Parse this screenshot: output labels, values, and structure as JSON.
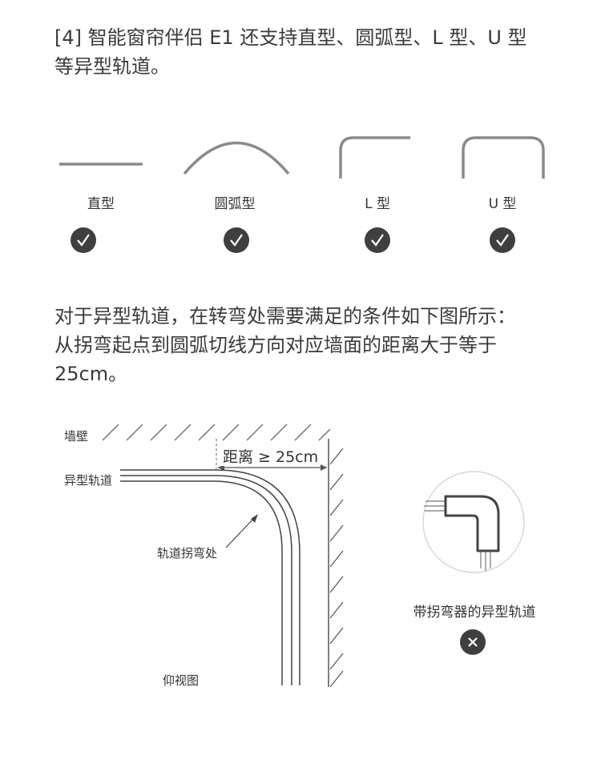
{
  "intro": {
    "line1": "[4] 智能窗帘伴侣 E1 还支持直型、圆弧型、L 型、U 型",
    "line2": "等异型轨道。"
  },
  "track_types": [
    {
      "label": "直型",
      "supported": true,
      "icon": "check-icon"
    },
    {
      "label": "圆弧型",
      "supported": true,
      "icon": "check-icon"
    },
    {
      "label": "L 型",
      "supported": true,
      "icon": "check-icon"
    },
    {
      "label": "U 型",
      "supported": true,
      "icon": "check-icon"
    }
  ],
  "condition": {
    "line1": "对于异型轨道，在转弯处需要满足的条件如下图所示：",
    "line2": "从拐弯起点到圆弧切线方向对应墙面的距离大于等于",
    "line3": "25cm。"
  },
  "diagram": {
    "wall_label": "墙壁",
    "track_label": "异型轨道",
    "distance_label": "距离 ≥ 25cm",
    "bend_label": "轨道拐弯处",
    "view_label": "仰视图"
  },
  "bracket_example": {
    "label": "带拐弯器的异型轨道",
    "supported": false,
    "icon": "cross-icon"
  },
  "colors": {
    "track_gray": "#8a8a8a",
    "badge_dark": "#3f3f3f",
    "text": "#333333"
  }
}
